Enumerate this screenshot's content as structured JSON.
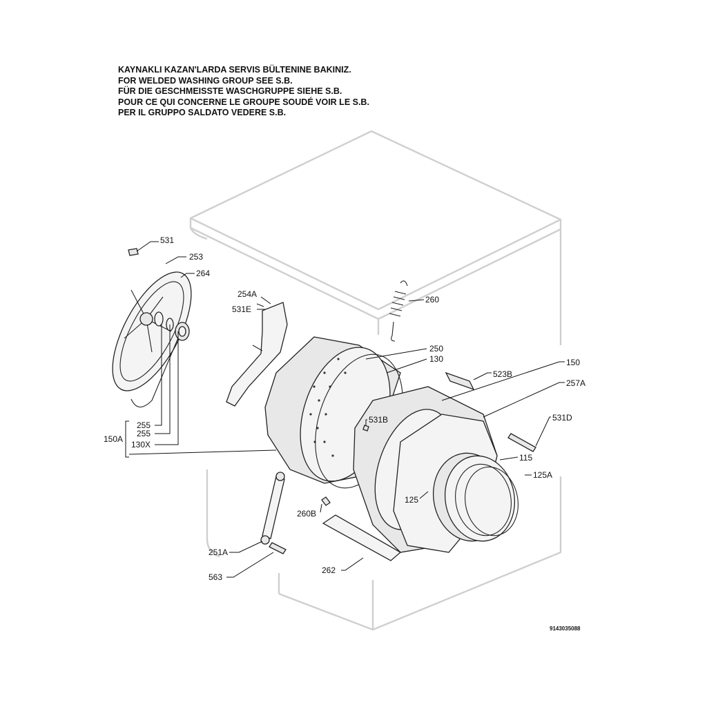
{
  "notes": [
    "KAYNAKLI KAZAN'LARDA SERVIS BÜLTENINE BAKINIZ.",
    "FOR WELDED WASHING GROUP SEE S.B.",
    "FÜR DIE GESCHMEISSTE WASCHGRUPPE SIEHE S.B.",
    "POUR CE QUI CONCERNE LE GROUPE SOUDÉ VOIR LE S.B.",
    "PER IL GRUPPO SALDATO VEDERE S.B."
  ],
  "labels": {
    "p531": "531",
    "p253": "253",
    "p264": "264",
    "p254A": "254A",
    "p531E": "531E",
    "p260": "260",
    "p250": "250",
    "p130": "130",
    "p150": "150",
    "p523B": "523B",
    "p257A": "257A",
    "p531B": "531B",
    "p531D": "531D",
    "p255a": "255",
    "p255b": "255",
    "p130X": "130X",
    "p150A": "150A",
    "p115": "115",
    "p125A": "125A",
    "p125": "125",
    "p260B": "260B",
    "p251A": "251A",
    "p563": "563",
    "p262": "262"
  },
  "doc_number": "9143035088"
}
